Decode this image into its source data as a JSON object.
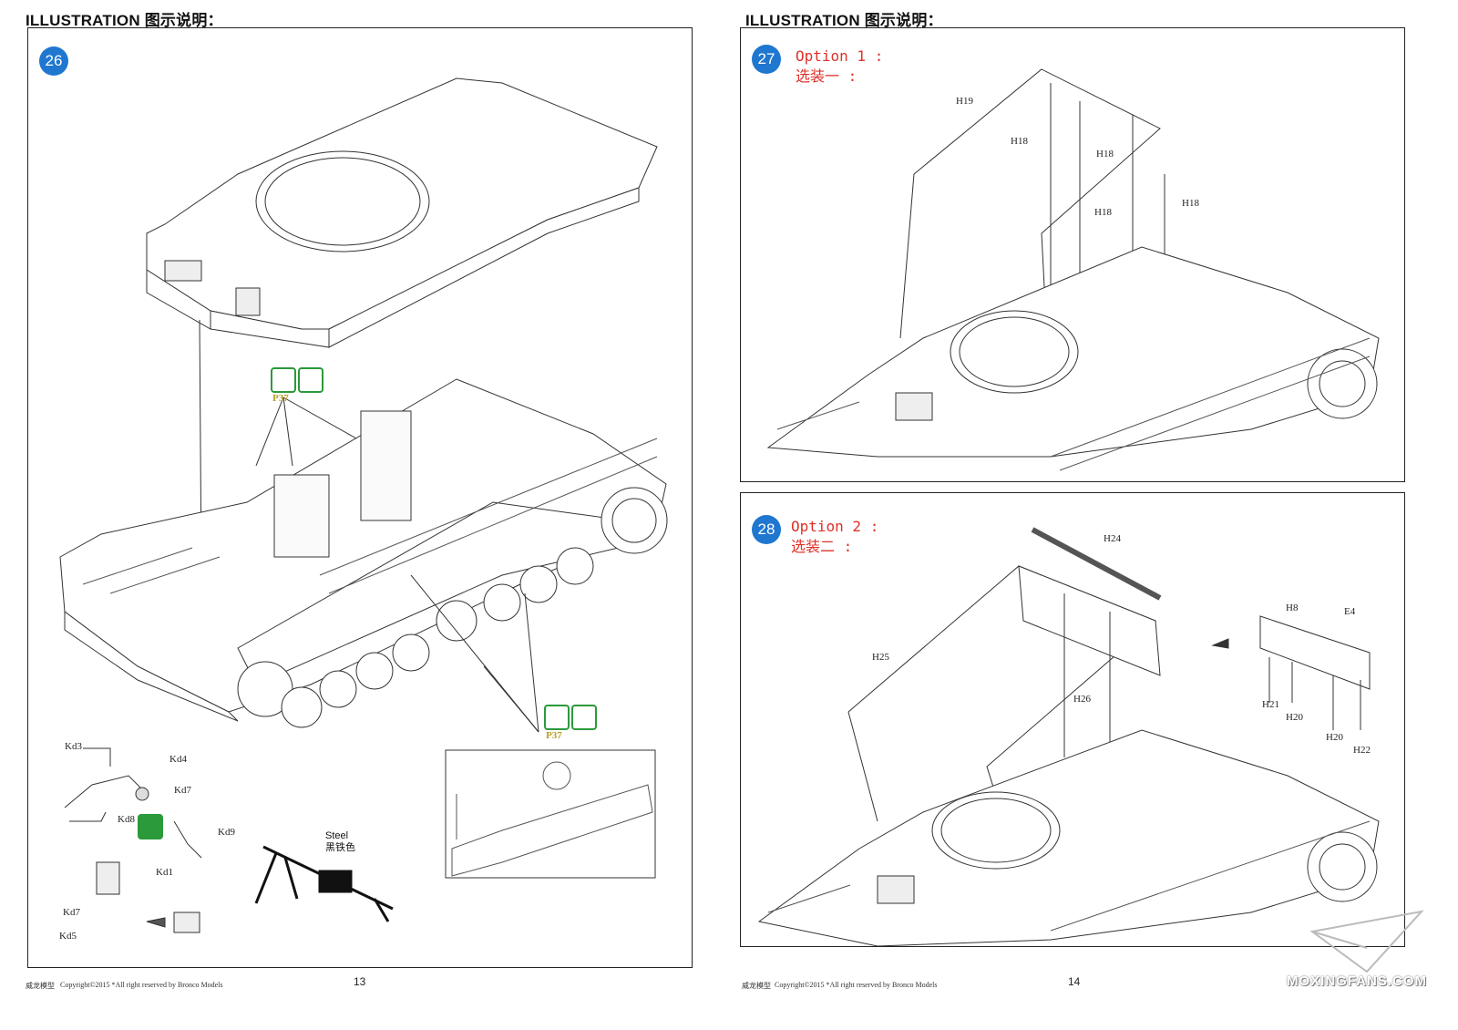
{
  "header_title": "ILLUSTRATION 图示说明：",
  "left_page": {
    "step": "26",
    "p37_upper": "P37",
    "p37_lower": "P37",
    "part_labels": [
      "Kd3",
      "Kd4",
      "Kd7",
      "Kd8",
      "Kd9",
      "Kd1",
      "Kd7",
      "Kd5"
    ],
    "steel_en": "Steel",
    "steel_cn": "黑铁色",
    "footer_brand": "威龙模型",
    "footer_copyright": "Copyright©2015  *All right reserved by Bronco Models",
    "page_number": "13"
  },
  "right_page": {
    "step27": "27",
    "option1_line1": "Option 1 :",
    "option1_line2": "选装一 :",
    "step27_labels": [
      "H19",
      "H18",
      "H18",
      "H18",
      "H18"
    ],
    "step28": "28",
    "option2_line1": "Option 2 :",
    "option2_line2": "选装二 :",
    "step28_labels": [
      "H24",
      "H25",
      "H26",
      "H8",
      "E4",
      "H21",
      "H20",
      "H20",
      "H22"
    ],
    "footer_brand": "威龙模型",
    "footer_copyright": "Copyright©2015  *All right reserved by Bronco Models",
    "page_number": "14"
  },
  "watermark": "MOXINGFANS.COM",
  "colors": {
    "step_circle": "#1f77d0",
    "option_text": "#e03028",
    "icon_green": "#2a9a3a",
    "p37_text": "#b8a020"
  }
}
